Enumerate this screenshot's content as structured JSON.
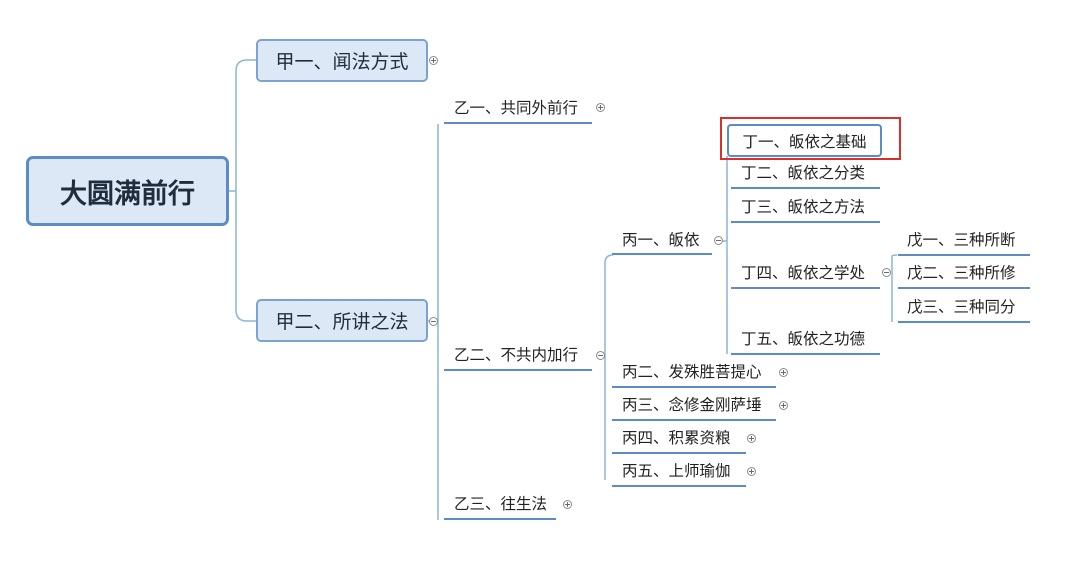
{
  "root": {
    "label": "大圆满前行"
  },
  "level1": {
    "jia1": "甲一、闻法方式",
    "jia2": "甲二、所讲之法"
  },
  "level2": {
    "yi1": "乙一、共同外前行",
    "yi2": "乙二、不共内加行",
    "yi3": "乙三、往生法"
  },
  "level3": {
    "bing1": "丙一、皈依",
    "bing2": "丙二、发殊胜菩提心",
    "bing3": "丙三、念修金刚萨埵",
    "bing4": "丙四、积累资粮",
    "bing5": "丙五、上师瑜伽"
  },
  "level4": {
    "ding1": "丁一、皈依之基础",
    "ding2": "丁二、皈依之分类",
    "ding3": "丁三、皈依之方法",
    "ding4": "丁四、皈依之学处",
    "ding5": "丁五、皈依之功德"
  },
  "level5": {
    "wu1": "戊一、三种所断",
    "wu2": "戊二、三种所修",
    "wu3": "戊三、三种同分"
  },
  "icons": {
    "expand": "expand-plus-icon",
    "collapse": "collapse-minus-icon"
  },
  "colors": {
    "node_fill": "#dde8f7",
    "node_border": "#5b8dc4",
    "connector": "#8fb4d9",
    "highlight": "#d9302c"
  }
}
